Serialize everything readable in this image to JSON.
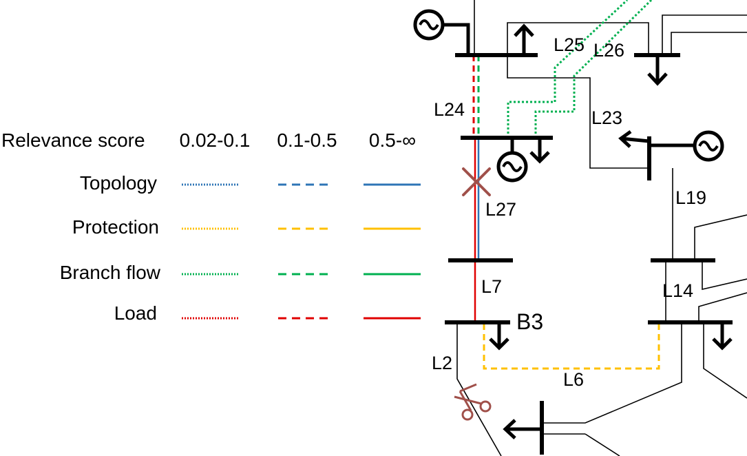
{
  "legend": {
    "header": "Relevance score",
    "ranges": [
      "0.02-0.1",
      "0.1-0.5",
      "0.5-∞"
    ],
    "rows": [
      {
        "label": "Topology",
        "color": "#2e75b6"
      },
      {
        "label": "Protection",
        "color": "#ffc000"
      },
      {
        "label": "Branch flow",
        "color": "#00b050"
      },
      {
        "label": "Load",
        "color": "#e00000"
      }
    ]
  },
  "labels": {
    "l25": "L25",
    "l26": "L26",
    "l24": "L24",
    "l23": "L23",
    "l27": "L27",
    "l19": "L19",
    "l7": "L7",
    "l14": "L14",
    "b3": "B3",
    "l2": "L2",
    "l6": "L6"
  },
  "colors": {
    "line": "#000000",
    "outage_mark": "#a0504a"
  },
  "icons": {
    "generator": "generator-icon",
    "load": "load-arrow-icon",
    "outage": "outage-x-icon",
    "cut": "scissors-icon"
  }
}
